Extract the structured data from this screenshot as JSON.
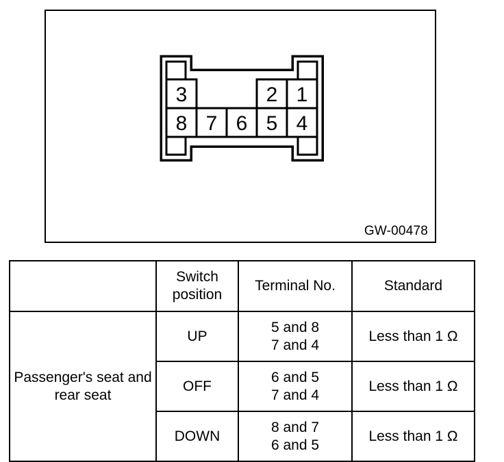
{
  "figure": {
    "id_label": "GW-00478",
    "connector": {
      "name": "power-window-switch-connector",
      "columns": 5,
      "rows": 2,
      "top_row_terminals": [
        "3",
        "",
        "",
        "2",
        "1"
      ],
      "bottom_row_terminals": [
        "8",
        "7",
        "6",
        "5",
        "4"
      ],
      "line_color": "#000000",
      "fill_color": "#ffffff"
    }
  },
  "table": {
    "headers": {
      "item": "",
      "switch_position": "Switch\nposition",
      "switch_position_line1": "Switch",
      "switch_position_line2": "position",
      "terminal_no": "Terminal No.",
      "standard": "Standard"
    },
    "item_label": "Passenger's seat\nand rear seat",
    "item_label_line1": "Passenger's seat",
    "item_label_line2": "and rear seat",
    "rows": [
      {
        "switch_position": "UP",
        "terminal_pair_1": "5 and 8",
        "terminal_pair_2": "7 and 4",
        "standard": "Less than 1 Ω"
      },
      {
        "switch_position": "OFF",
        "terminal_pair_1": "6 and 5",
        "terminal_pair_2": "7 and 4",
        "standard": "Less than 1 Ω"
      },
      {
        "switch_position": "DOWN",
        "terminal_pair_1": "8 and 7",
        "terminal_pair_2": "6 and 5",
        "standard": "Less than 1 Ω"
      }
    ]
  }
}
